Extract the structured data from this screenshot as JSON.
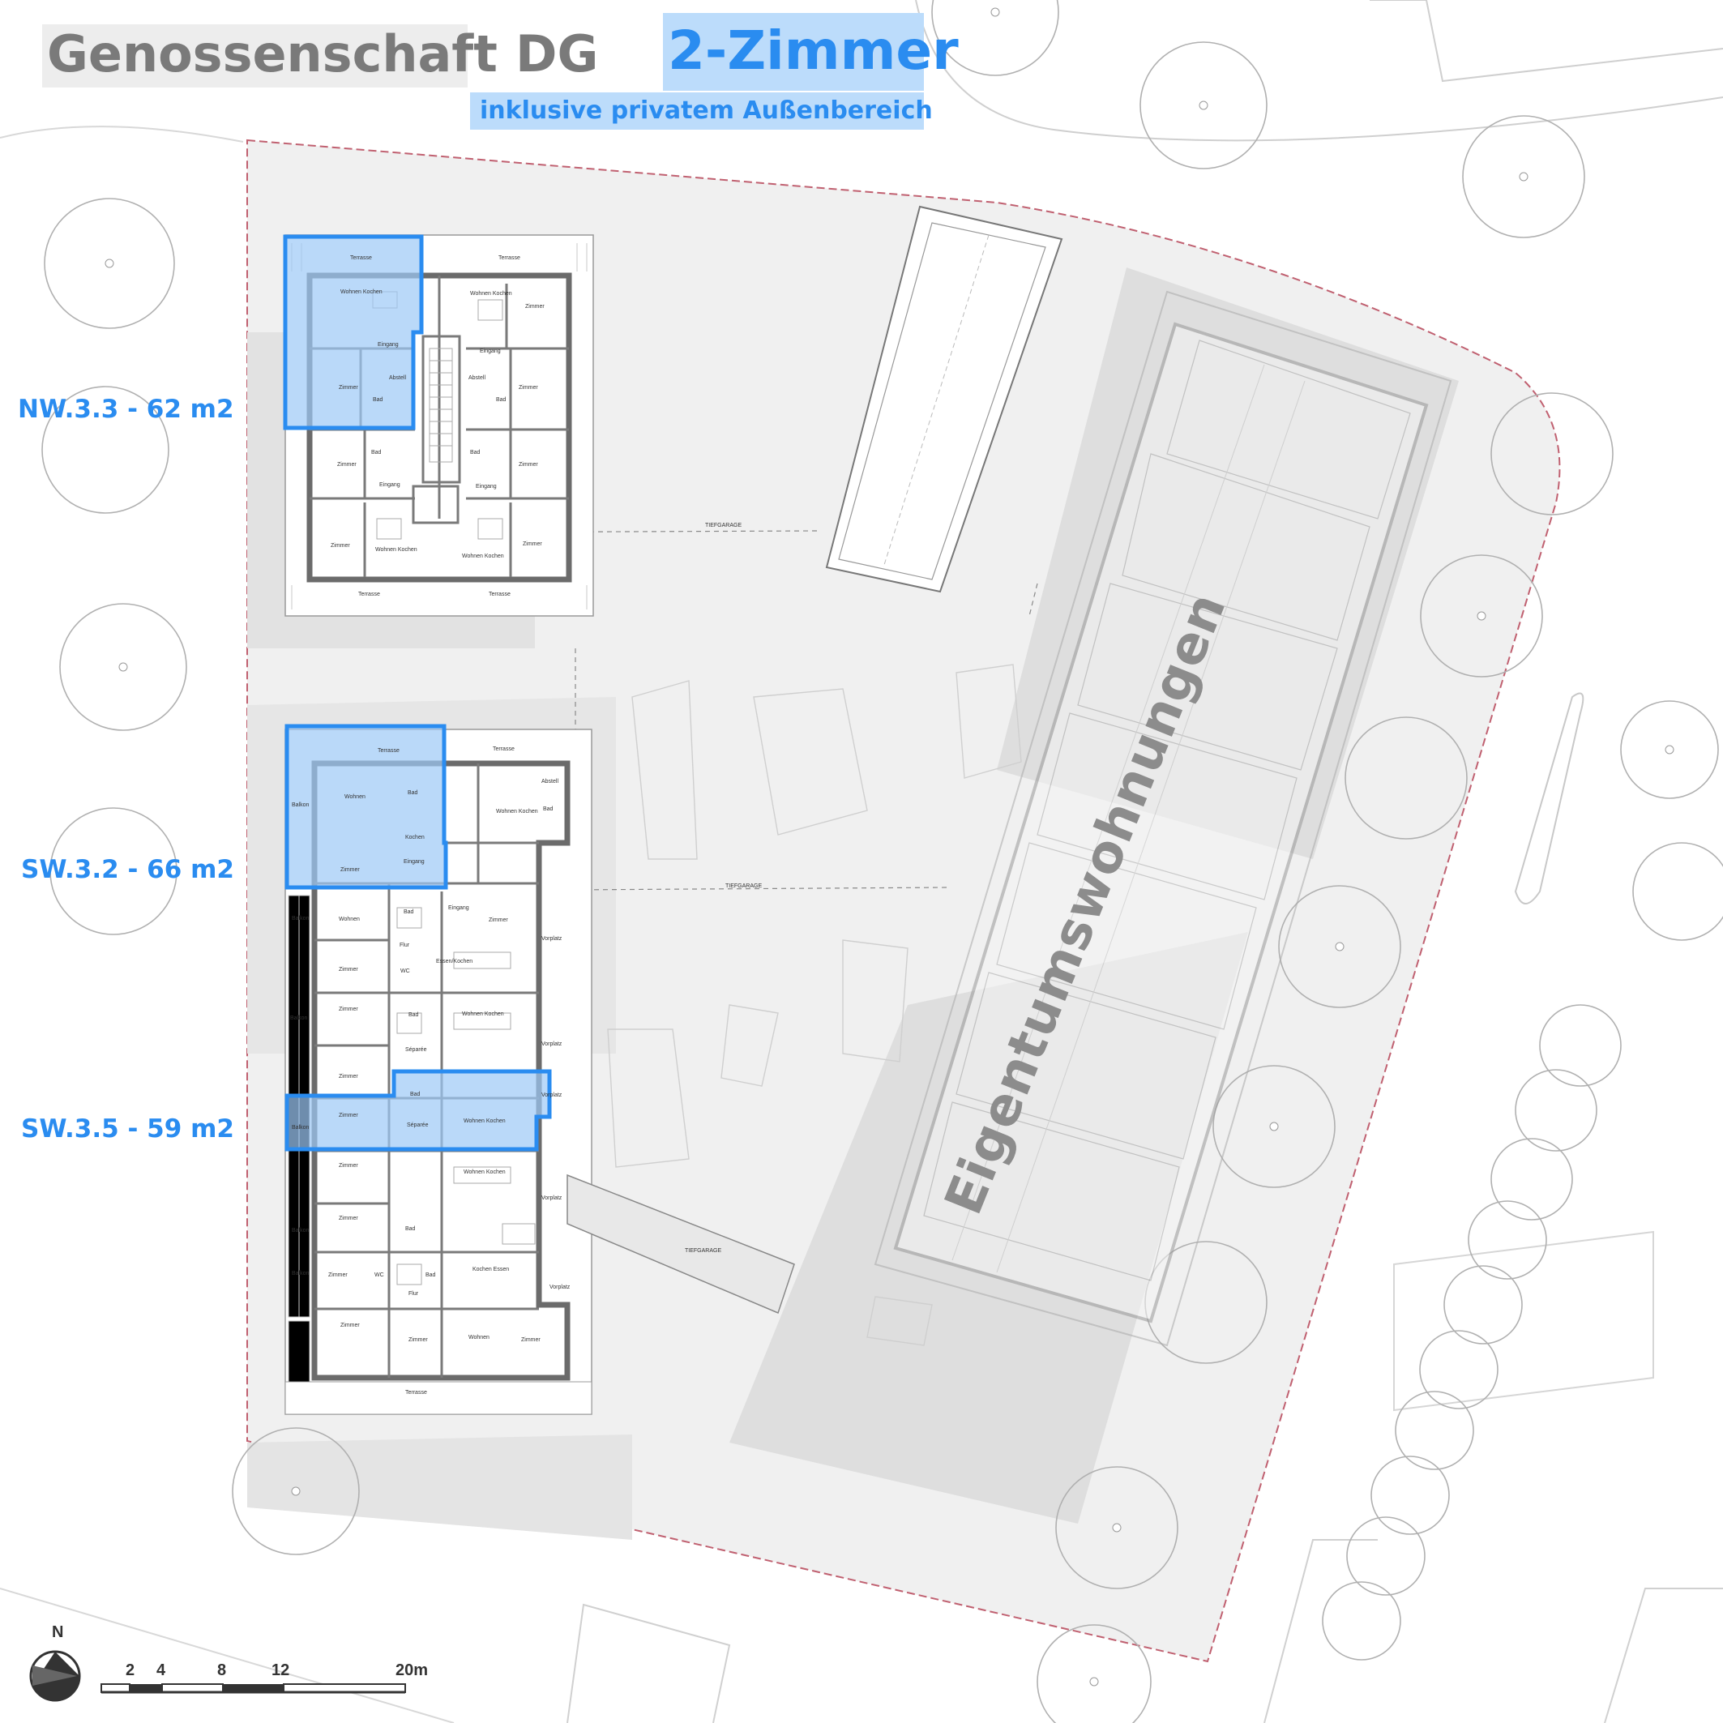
{
  "header": {
    "cooperative": "Genossenschaft",
    "floor": "DG",
    "unit_type": "2-Zimmer",
    "subtitle": "inklusive privatem Außenbereich"
  },
  "units": [
    {
      "label": "NW.3.3 - 62 m2"
    },
    {
      "label": "SW.3.2 - 66 m2"
    },
    {
      "label": "SW.3.5 - 59 m2"
    }
  ],
  "building_label": "Eigentumswohnungen",
  "compass": {
    "label": "N"
  },
  "scale_bar": {
    "ticks": [
      "2",
      "4",
      "8",
      "12",
      "20m"
    ]
  },
  "room_labels": {
    "terrasse": "Terrasse",
    "wohnen_kochen": "Wohnen Kochen",
    "wohnen": "Wohnen",
    "kochen": "Kochen",
    "zimmer": "Zimmer",
    "eingang": "Eingang",
    "abstell": "Abstell",
    "bad": "Bad",
    "balkon": "Balkon",
    "flur": "Flur",
    "wc": "WC",
    "essen_kochen": "Essen/Kochen",
    "separee": "Séparée",
    "vorplatz": "Vorplatz",
    "kochen_essen": "Kochen Essen",
    "tiefgarage": "TIEFGARAGE"
  },
  "colors": {
    "highlight_fill": "#9cc9f7",
    "highlight_stroke": "#2a8cf0",
    "wall": "#6b6b6b",
    "ground": "#f0f0f0"
  }
}
